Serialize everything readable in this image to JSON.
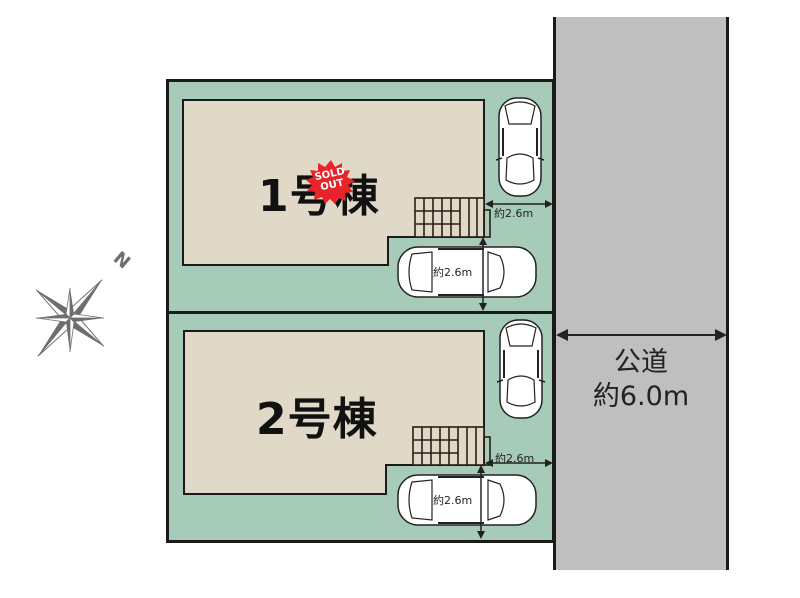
{
  "site_plan": {
    "road": {
      "label": "公道",
      "width": "約6.0m",
      "fill": "#bfbfbf"
    },
    "lots": [
      {
        "name": "1号棟",
        "status_badge": {
          "line1": "SOLD",
          "line2": "OUT",
          "color": "#e8232a"
        },
        "parking_width_front": "約2.6m",
        "parking_width_side": "約2.6m"
      },
      {
        "name": "2号棟",
        "parking_width_front": "約2.6m",
        "parking_width_side": "約2.6m"
      }
    ],
    "compass": {
      "north_label": "N"
    },
    "colors": {
      "lot_fill": "#a6cbb8",
      "house_fill": "#e1d9c8",
      "outline": "#1a1a1a"
    }
  }
}
